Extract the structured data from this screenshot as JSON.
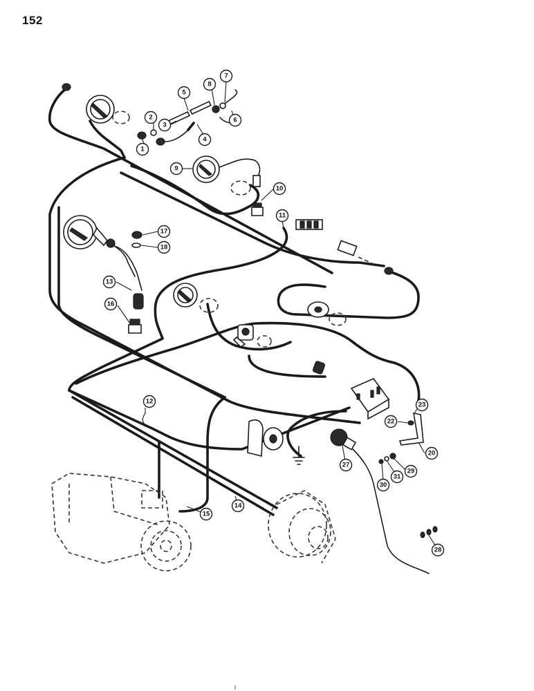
{
  "page": {
    "number": "152"
  },
  "callouts": [
    {
      "id": "c1",
      "label": "1"
    },
    {
      "id": "c2",
      "label": "2"
    },
    {
      "id": "c3",
      "label": "3"
    },
    {
      "id": "c4",
      "label": "4"
    },
    {
      "id": "c5",
      "label": "5"
    },
    {
      "id": "c6",
      "label": "6"
    },
    {
      "id": "c7",
      "label": "7"
    },
    {
      "id": "c8",
      "label": "8"
    },
    {
      "id": "c9",
      "label": "9"
    },
    {
      "id": "c10",
      "label": "10"
    },
    {
      "id": "c11",
      "label": "11"
    },
    {
      "id": "c12",
      "label": "12"
    },
    {
      "id": "c13",
      "label": "13"
    },
    {
      "id": "c14",
      "label": "14"
    },
    {
      "id": "c15",
      "label": "15"
    },
    {
      "id": "c16",
      "label": "16"
    },
    {
      "id": "c17",
      "label": "17"
    },
    {
      "id": "c18",
      "label": "18"
    },
    {
      "id": "c20",
      "label": "20"
    },
    {
      "id": "c22",
      "label": "22"
    },
    {
      "id": "c23",
      "label": "23"
    },
    {
      "id": "c27",
      "label": "27"
    },
    {
      "id": "c28",
      "label": "28"
    },
    {
      "id": "c29",
      "label": "29"
    },
    {
      "id": "c30",
      "label": "30"
    },
    {
      "id": "c31",
      "label": "31"
    }
  ]
}
